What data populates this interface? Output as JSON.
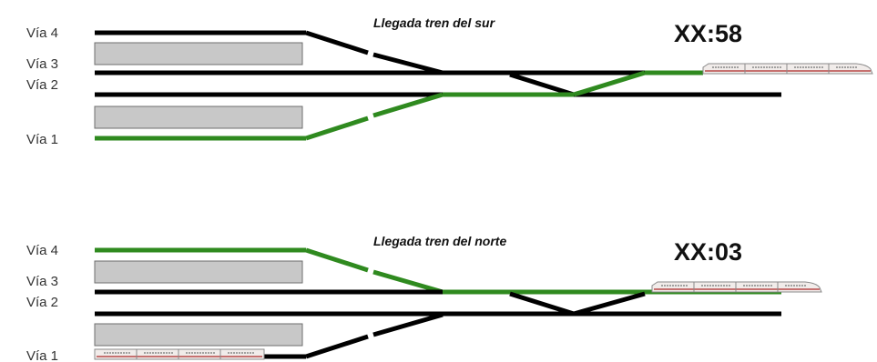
{
  "colors": {
    "track": "#000000",
    "route": "#2f8a1f",
    "platform_fill": "#c8c8c8",
    "platform_stroke": "#6e6e6e",
    "train_body": "#f1ecea",
    "train_stripe": "#b84848"
  },
  "panels": [
    {
      "title": "Llegada tren del sur",
      "time": "XX:58",
      "labels": {
        "via4": "Vía 4",
        "via3": "Vía 3",
        "via2": "Vía 2",
        "via1": "Vía 1"
      },
      "route_track": "Vía 1",
      "train_position": "approach-right"
    },
    {
      "title": "Llegada tren del norte",
      "time": "XX:03",
      "labels": {
        "via4": "Vía 4",
        "via3": "Vía 3",
        "via2": "Vía 2",
        "via1": "Vía 1"
      },
      "route_track": "Vía 4",
      "train_position": "approach-right-and-vía-1"
    }
  ]
}
